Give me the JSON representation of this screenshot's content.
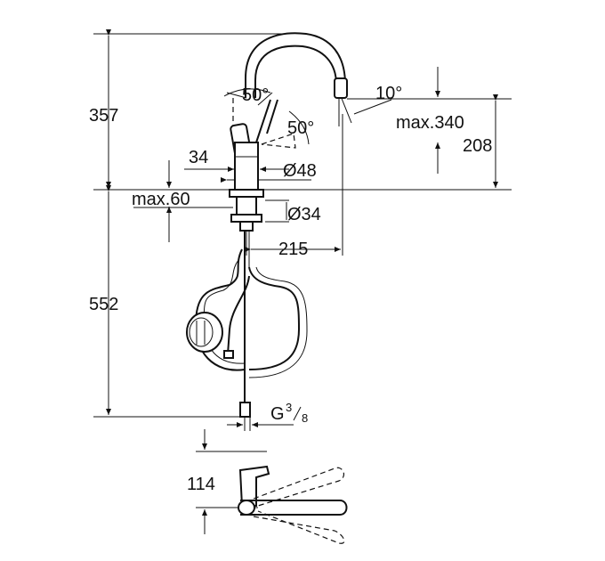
{
  "dimensions": {
    "total_height_upper": "357",
    "height_lower": "552",
    "spout_height": "208",
    "max_reach": "max.340",
    "reach": "215",
    "base_width": "34",
    "max_thickness": "max.60",
    "diameter_body": "Ø48",
    "diameter_hole": "Ø34",
    "lever_angle_top": "50°",
    "lever_angle_side": "50°",
    "spray_angle": "10°",
    "thread": "G",
    "thread_num": "3",
    "thread_den": "8",
    "plan_depth": "114"
  },
  "colors": {
    "line": "#111111",
    "background": "#ffffff"
  }
}
